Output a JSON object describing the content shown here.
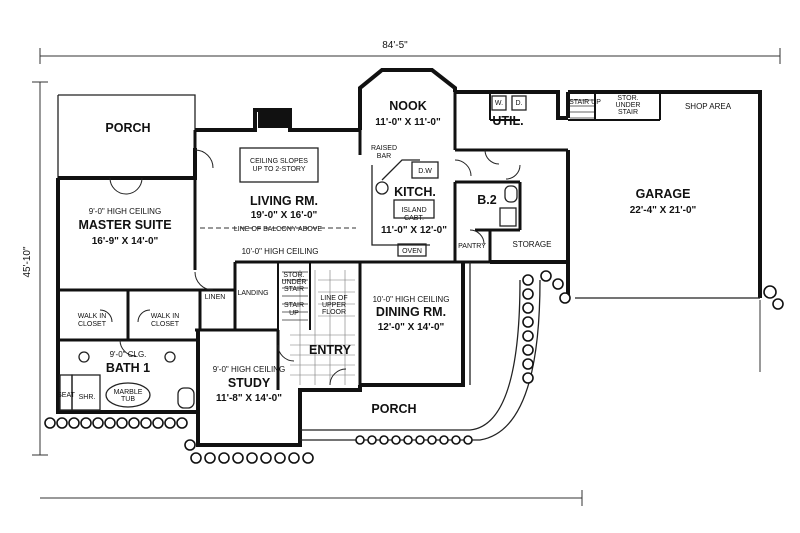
{
  "dimensions": {
    "width_label": "84'-5\"",
    "depth_label": "45'-10\""
  },
  "rooms": [
    {
      "id": "porch-back",
      "lines": [
        "PORCH"
      ]
    },
    {
      "id": "master-suite-note",
      "lines": [
        "9'-0\" HIGH CEILING"
      ]
    },
    {
      "id": "master-suite",
      "lines": [
        "MASTER SUITE"
      ]
    },
    {
      "id": "master-suite-size",
      "lines": [
        "16'-9\" X 14'-0\""
      ]
    },
    {
      "id": "living",
      "lines": [
        "LIVING RM."
      ]
    },
    {
      "id": "living-size",
      "lines": [
        "19'-0\" X 16'-0\""
      ]
    },
    {
      "id": "living-note",
      "lines": [
        "10'-0\" HIGH CEILING"
      ]
    },
    {
      "id": "ceiling-slopes",
      "lines": [
        "CEILING SLOPES",
        "UP TO 2-STORY"
      ]
    },
    {
      "id": "balcony",
      "lines": [
        "LINE OF BALCONY ABOVE"
      ]
    },
    {
      "id": "nook",
      "lines": [
        "NOOK"
      ]
    },
    {
      "id": "nook-size",
      "lines": [
        "11'-0\" X 11'-0\""
      ]
    },
    {
      "id": "raised-bar",
      "lines": [
        "RAISED",
        "BAR"
      ]
    },
    {
      "id": "kitchen",
      "lines": [
        "KITCH."
      ]
    },
    {
      "id": "kitchen-size",
      "lines": [
        "11'-0\" X 12'-0\""
      ]
    },
    {
      "id": "island",
      "lines": [
        "ISLAND",
        "CABT."
      ]
    },
    {
      "id": "dw",
      "lines": [
        "D.W"
      ]
    },
    {
      "id": "oven",
      "lines": [
        "OVEN"
      ]
    },
    {
      "id": "pantry",
      "lines": [
        "PANTRY"
      ]
    },
    {
      "id": "util",
      "lines": [
        "UTIL."
      ]
    },
    {
      "id": "washer",
      "lines": [
        "W."
      ]
    },
    {
      "id": "dryer",
      "lines": [
        "D."
      ]
    },
    {
      "id": "stair-up-garage",
      "lines": [
        "STAIR UP"
      ]
    },
    {
      "id": "stor-under-stair",
      "lines": [
        "STOR.",
        "UNDER",
        "STAIR"
      ]
    },
    {
      "id": "shop-area",
      "lines": [
        "SHOP AREA"
      ]
    },
    {
      "id": "b2",
      "lines": [
        "B.2"
      ]
    },
    {
      "id": "storage",
      "lines": [
        "STORAGE"
      ]
    },
    {
      "id": "garage",
      "lines": [
        "GARAGE"
      ]
    },
    {
      "id": "garage-size",
      "lines": [
        "22'-4\" X 21'-0\""
      ]
    },
    {
      "id": "linen",
      "lines": [
        "LINEN"
      ]
    },
    {
      "id": "walk-in-1",
      "lines": [
        "WALK IN",
        "CLOSET"
      ]
    },
    {
      "id": "walk-in-2",
      "lines": [
        "WALK IN",
        "CLOSET"
      ]
    },
    {
      "id": "bath-note",
      "lines": [
        "9'-0\" CLG."
      ]
    },
    {
      "id": "bath",
      "lines": [
        "BATH 1"
      ]
    },
    {
      "id": "seat",
      "lines": [
        "SEAT"
      ]
    },
    {
      "id": "shower",
      "lines": [
        "SHR."
      ]
    },
    {
      "id": "marble-tub",
      "lines": [
        "MARBLE",
        "TUB"
      ]
    },
    {
      "id": "landing",
      "lines": [
        "LANDING"
      ]
    },
    {
      "id": "stor-under-stair-2",
      "lines": [
        "STOR.",
        "UNDER",
        "STAIR"
      ]
    },
    {
      "id": "stair-up",
      "lines": [
        "STAIR",
        "UP"
      ]
    },
    {
      "id": "upper-floor",
      "lines": [
        "LINE OF",
        "UPPER",
        "FLOOR"
      ]
    },
    {
      "id": "entry",
      "lines": [
        "ENTRY"
      ]
    },
    {
      "id": "dining-note",
      "lines": [
        "10'-0\" HIGH CEILING"
      ]
    },
    {
      "id": "dining",
      "lines": [
        "DINING RM."
      ]
    },
    {
      "id": "dining-size",
      "lines": [
        "12'-0\" X 14'-0\""
      ]
    },
    {
      "id": "study-note",
      "lines": [
        "9'-0\" HIGH CEILING"
      ]
    },
    {
      "id": "study",
      "lines": [
        "STUDY"
      ]
    },
    {
      "id": "study-size",
      "lines": [
        "11'-8\" X 14'-0\""
      ]
    },
    {
      "id": "porch-front",
      "lines": [
        "PORCH"
      ]
    }
  ]
}
